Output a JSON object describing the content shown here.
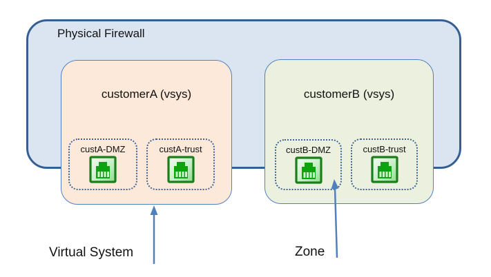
{
  "firewall": {
    "label": "Physical Firewall"
  },
  "vsys": [
    {
      "label": "customerA (vsys)",
      "zones": [
        {
          "label": "custA-DMZ"
        },
        {
          "label": "custA-trust"
        }
      ]
    },
    {
      "label": "customerB (vsys)",
      "zones": [
        {
          "label": "custB-DMZ"
        },
        {
          "label": "custB-trust"
        }
      ]
    }
  ],
  "annotations": {
    "virtual_system": "Virtual System",
    "zone": "Zone"
  },
  "icons": {
    "zone_icon": "ethernet-port-icon"
  },
  "colors": {
    "firewall_fill": "#dbe5f1",
    "firewall_border": "#365f91",
    "vsys_a_fill": "#fde9d9",
    "vsys_b_fill": "#ebf1de",
    "vsys_border": "#4f81bd",
    "zone_dotted_border": "#3b6494",
    "arrow": "#4f81bd",
    "port_frame_green": "#1a7e1a",
    "port_connector_green": "#0da30d",
    "port_pin_green": "#ccf5cc",
    "text": "#111111"
  }
}
